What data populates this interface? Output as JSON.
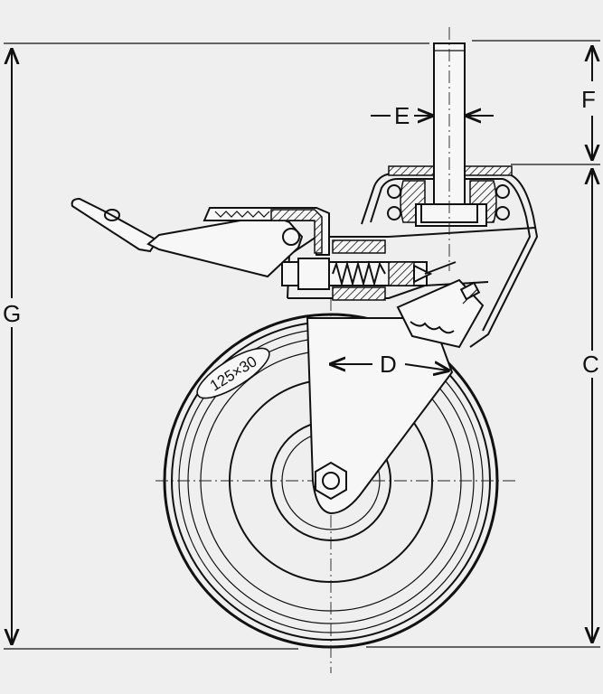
{
  "dimensions": {
    "G": "G",
    "C": "C",
    "F": "F",
    "E": "E",
    "D": "D"
  },
  "tyre_label": "125×30"
}
